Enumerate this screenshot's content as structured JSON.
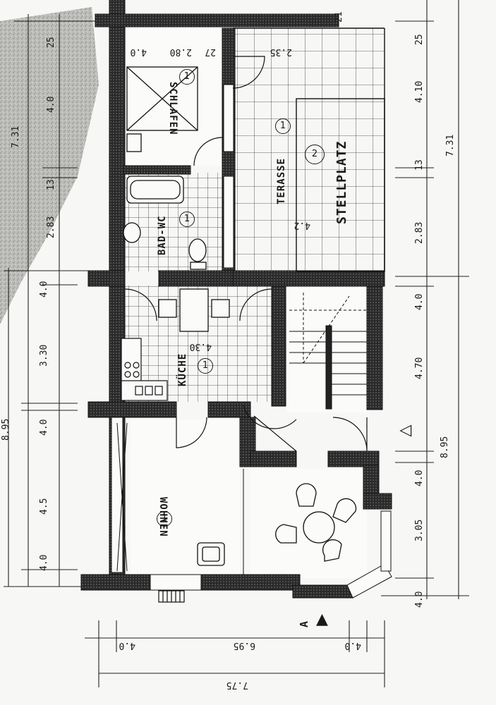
{
  "rooms": {
    "schlafen": "SCHLAFEN",
    "terasse": "TERASSE",
    "stellplatz": "STELLPLATZ",
    "bad_wc": "BAD-WC",
    "kueche": "KÜCHE",
    "wohnen": "WOHNEN"
  },
  "room_numbers": {
    "schlafen": "1",
    "terasse": "1",
    "stellplatz": "2",
    "bad_wc": "1",
    "kueche": "1",
    "wohnen": "1"
  },
  "left_dimensions": {
    "total_top": "7.31",
    "overall": "8.95",
    "segments": [
      "25",
      "4.0",
      "13",
      "2.83",
      "4.0",
      "3.30",
      "4.0",
      "4.5",
      "4.0"
    ]
  },
  "right_dimensions": {
    "segments": [
      "25",
      "4.10",
      "13",
      "2.83",
      "4.0",
      "4.70",
      "4.0",
      "3.05",
      "4.0"
    ],
    "total_top": "7.31",
    "overall": "8.95"
  },
  "inner_labels": {
    "schlafen_top": [
      "4.0",
      "2.80",
      "27",
      "2.35"
    ],
    "terasse_width": "4.2",
    "kueche_width": "4.30",
    "top_small": "21"
  },
  "bottom_dimensions": {
    "segments": [
      "4.0",
      "6.95",
      "4.0"
    ],
    "total": "7.75"
  },
  "section_marker": "A"
}
